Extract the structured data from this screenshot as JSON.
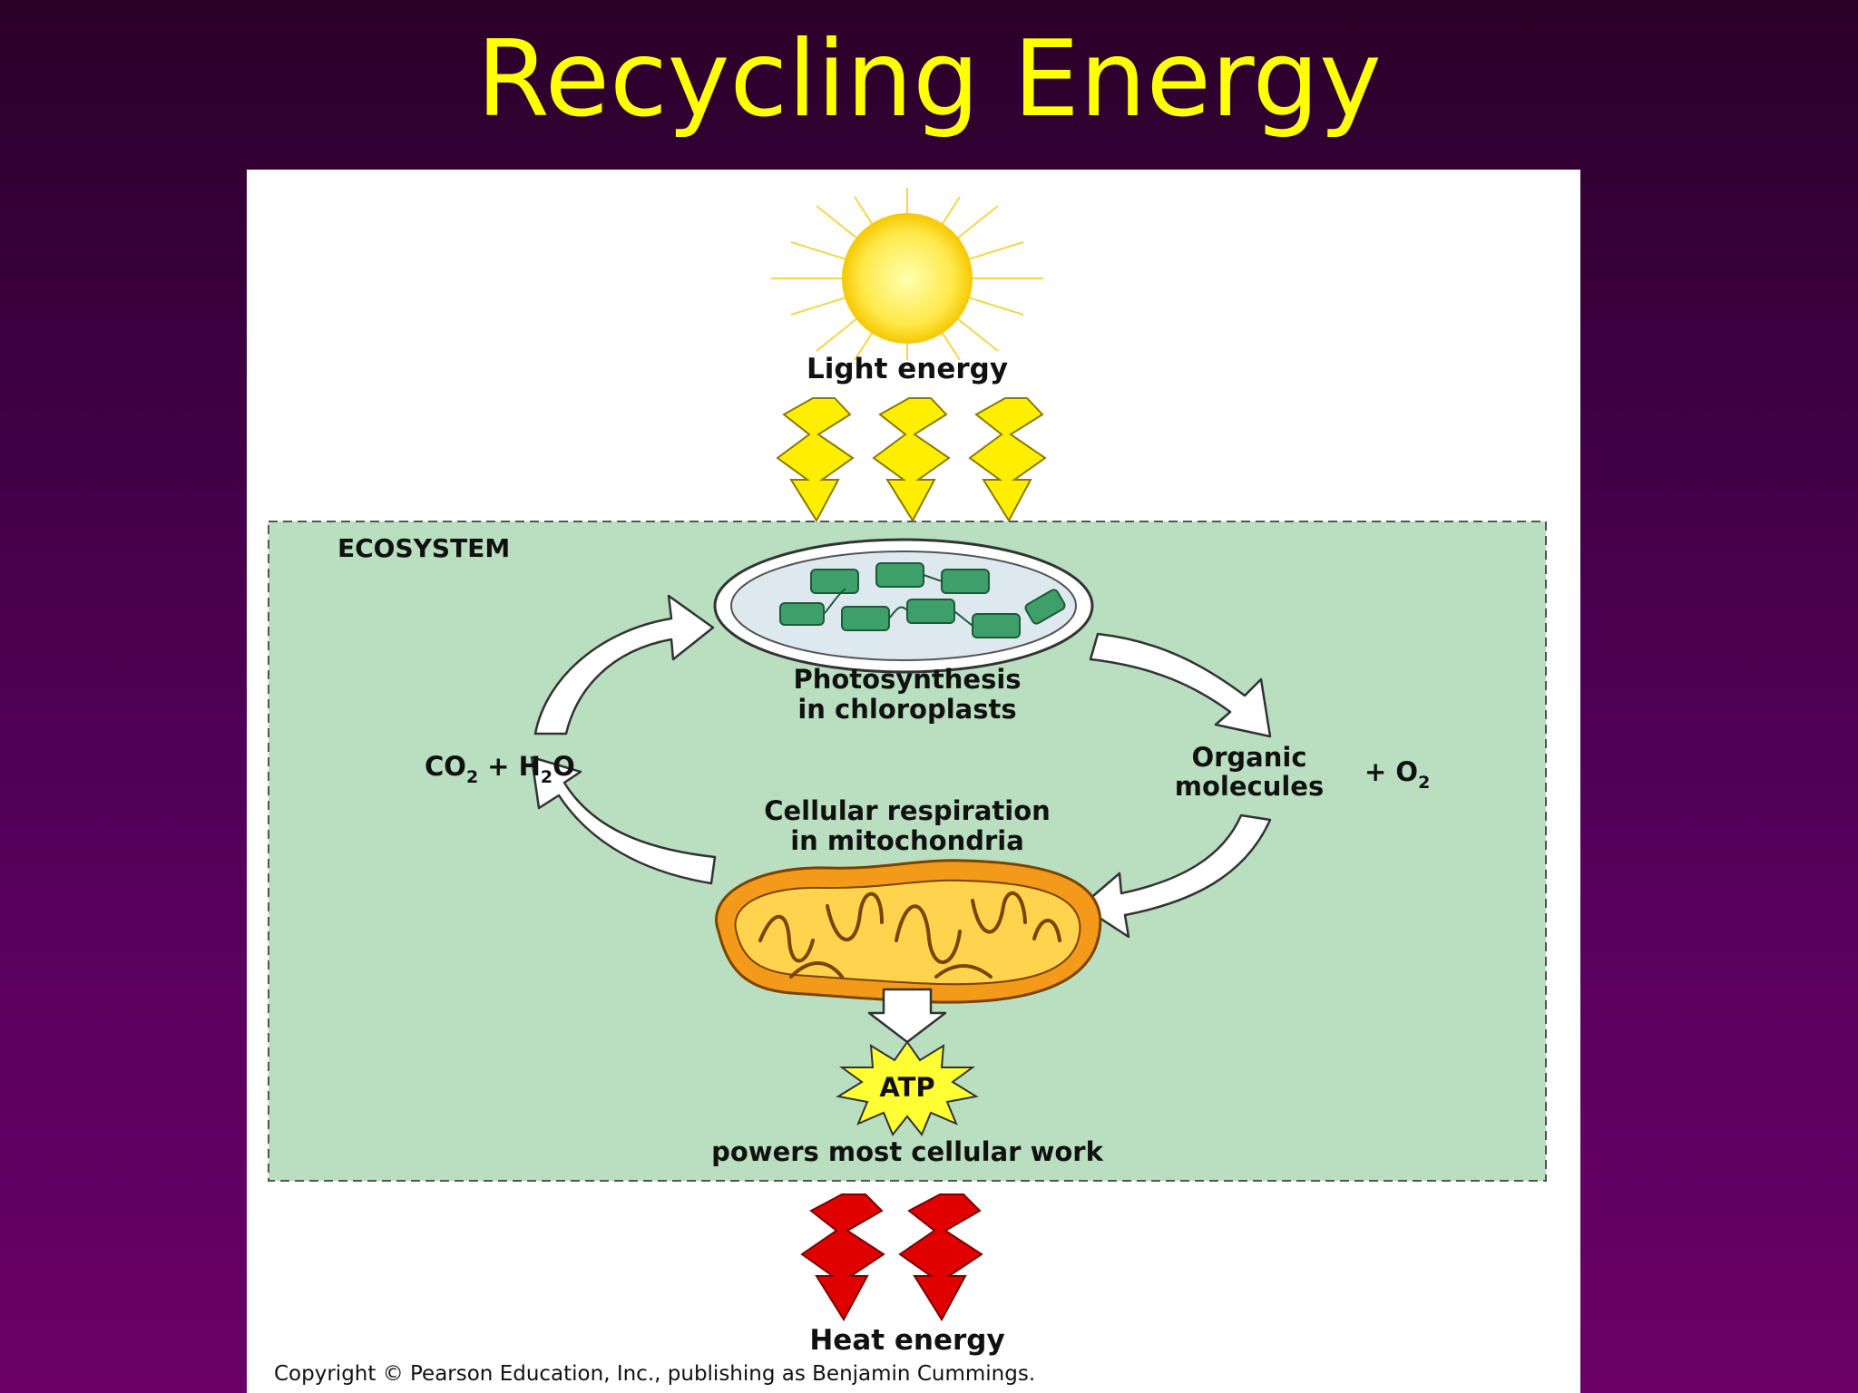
{
  "slide": {
    "title": "Recycling Energy"
  },
  "diagram": {
    "light_label": "Light energy",
    "ecosystem_label": "ECOSYSTEM",
    "photosynthesis_line1": "Photosynthesis",
    "photosynthesis_line2": "in chloroplasts",
    "inputs_co2": "CO",
    "inputs_co2_sub": "2",
    "inputs_plus_h": "+ H",
    "inputs_h_sub": "2",
    "inputs_o": "O",
    "organic_line1": "Organic",
    "organic_line2": "molecules",
    "o2_plus": "+ O",
    "o2_sub": "2",
    "respiration_line1": "Cellular respiration",
    "respiration_line2": "in mitochondria",
    "atp_label": "ATP",
    "atp_caption": "powers most cellular work",
    "heat_label": "Heat energy",
    "copyright": "Copyright © Pearson Education, Inc., publishing as Benjamin Cummings."
  },
  "colors": {
    "title": "#ffff00",
    "ecosystem_fill": "#b9dfc0",
    "sun": "#ffe94a",
    "light_bolt": "#ffee00",
    "heat_bolt": "#e10000",
    "mitochondrion": "#f39a1a",
    "chloroplast": "#3f9f6a"
  }
}
